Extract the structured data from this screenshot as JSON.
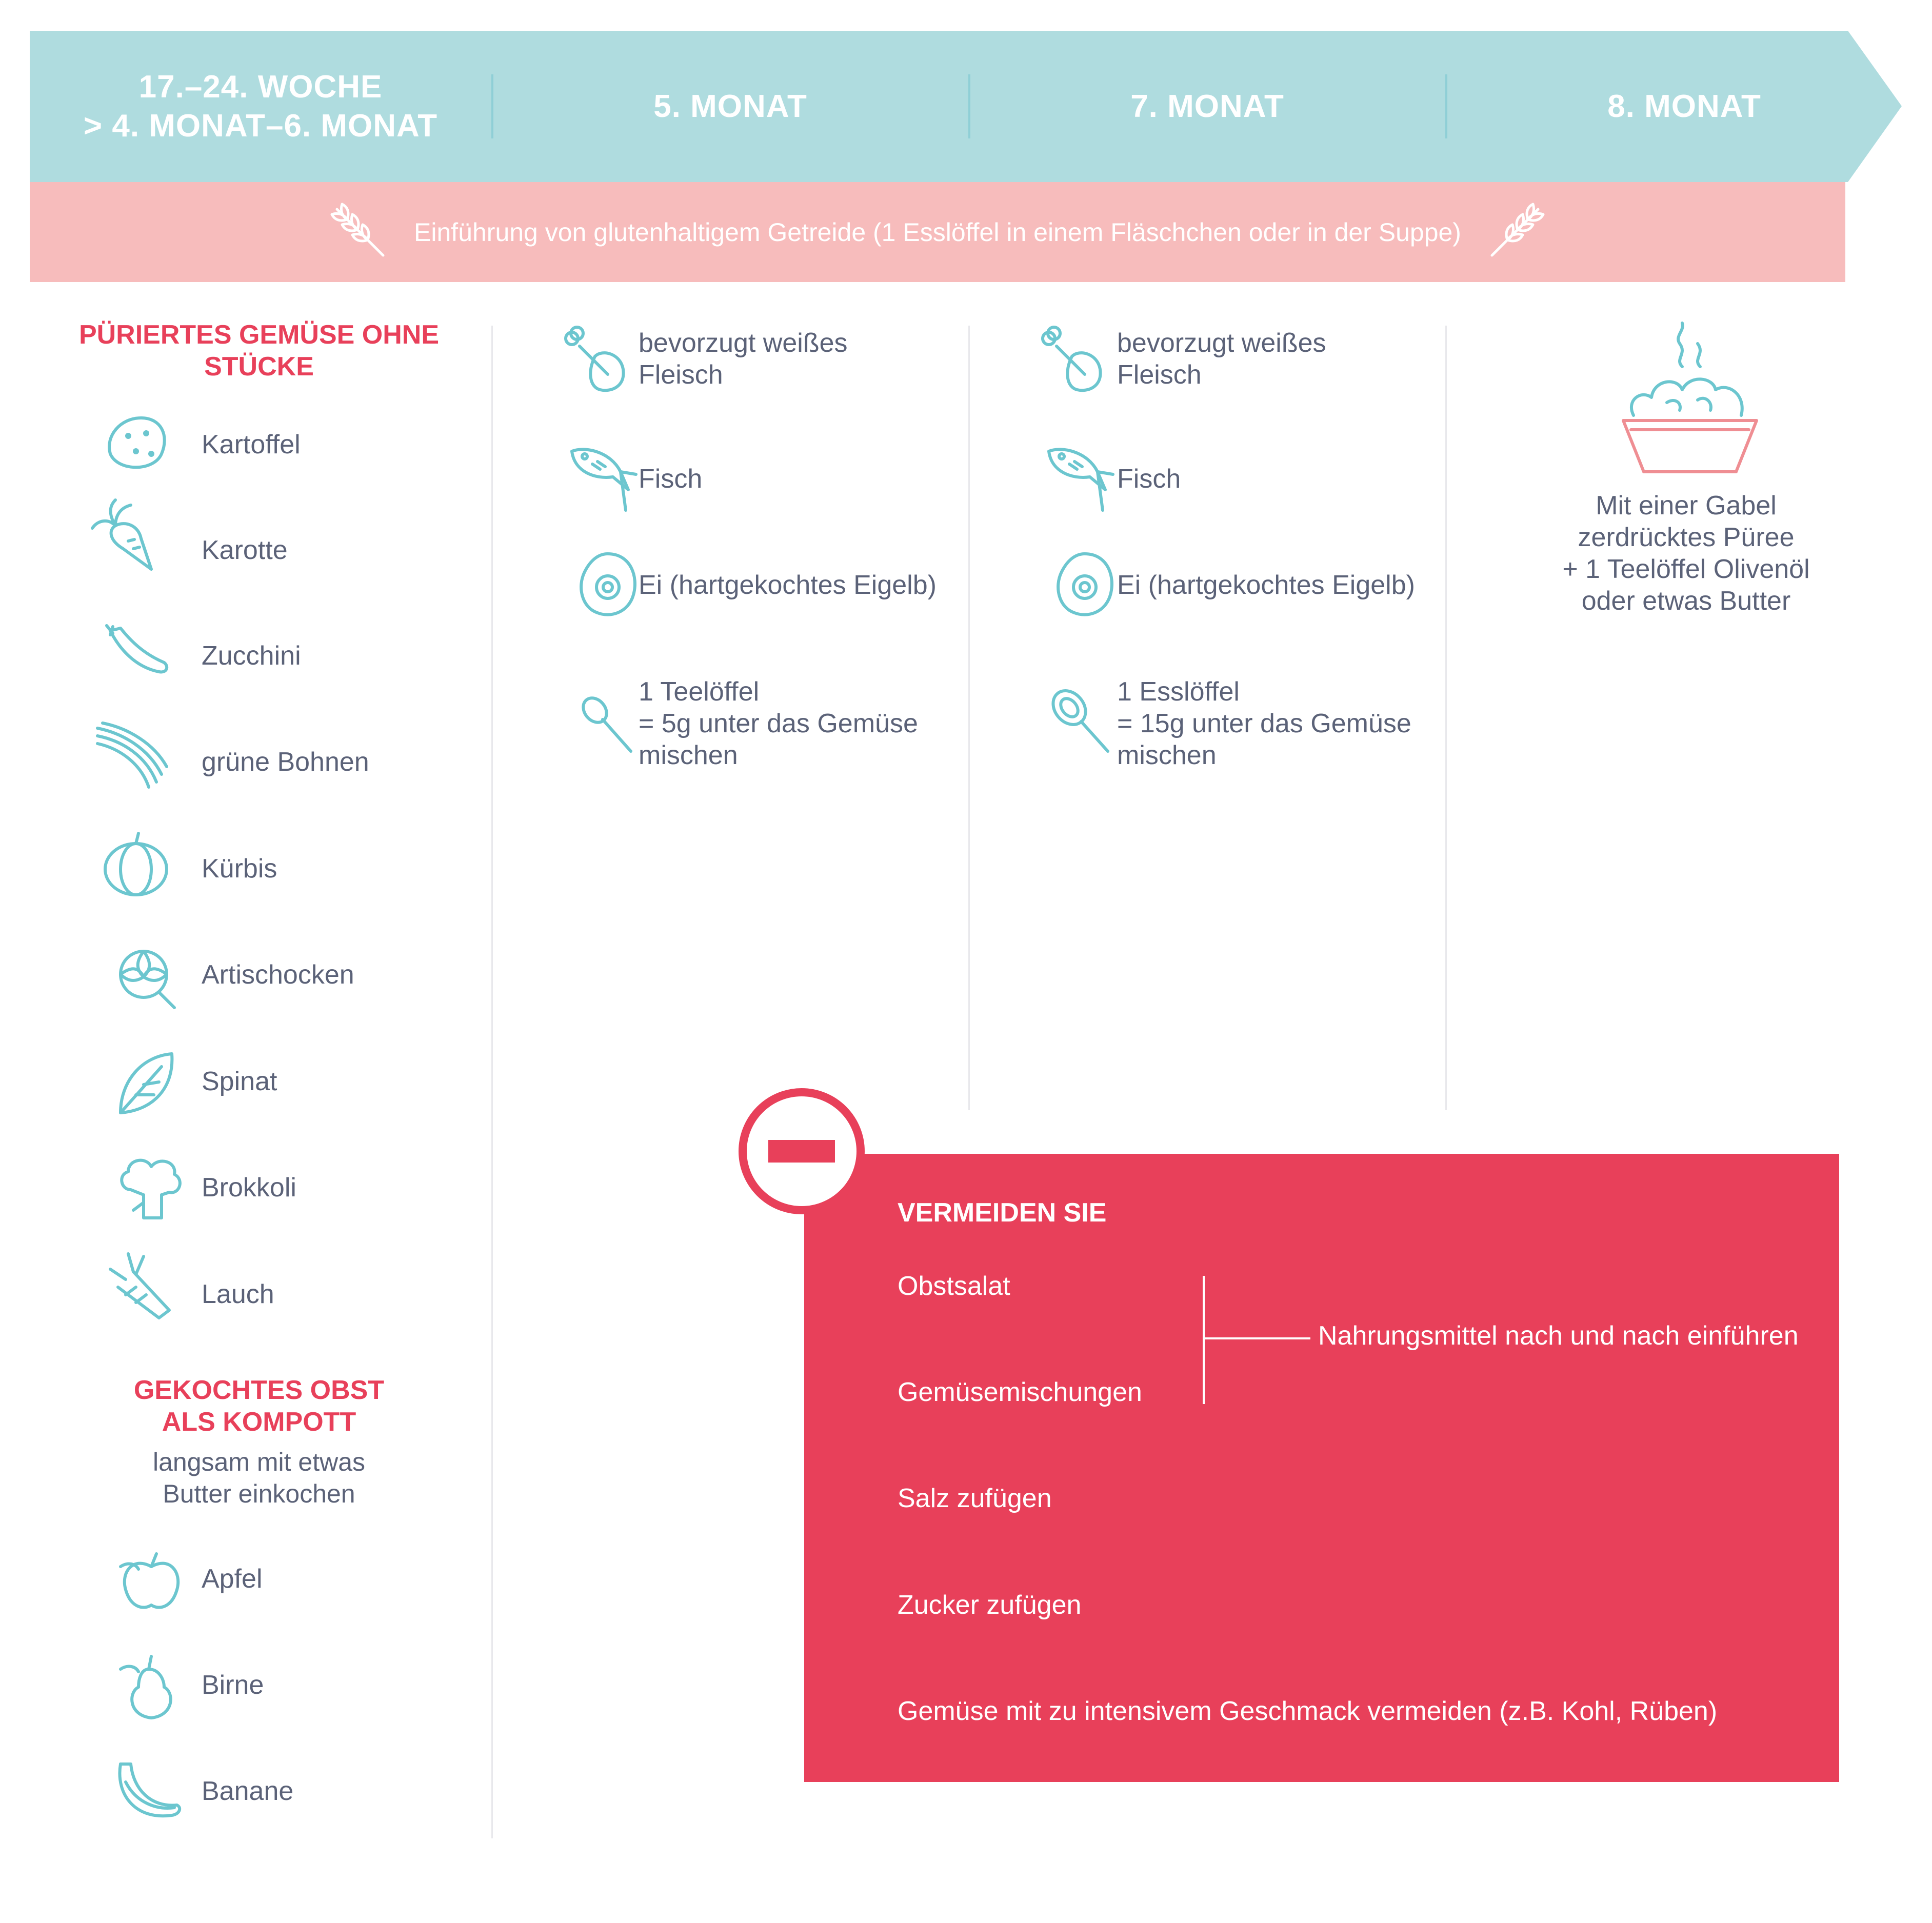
{
  "header": {
    "stages": [
      {
        "line1": "17.–24. WOCHE",
        "line2": "> 4. MONAT–6. MONAT"
      },
      {
        "line1": "5. MONAT"
      },
      {
        "line1": "7. MONAT"
      },
      {
        "line1": "8. MONAT"
      }
    ],
    "band_color": "#afdcdf"
  },
  "gluten": {
    "text": "Einführung von glutenhaltigem Getreide (1 Esslöffel in einem Fläschchen oder in der Suppe)",
    "icon": "wheat-icon",
    "band_color": "#f7bcbc"
  },
  "col1": {
    "vegetables_title": [
      "PÜRIERTES GEMÜSE OHNE",
      "STÜCKE"
    ],
    "vegetables": [
      {
        "label": "Kartoffel",
        "icon": "potato-icon"
      },
      {
        "label": "Karotte",
        "icon": "carrot-icon"
      },
      {
        "label": "Zucchini",
        "icon": "zucchini-icon"
      },
      {
        "label": "grüne Bohnen",
        "icon": "green-beans-icon"
      },
      {
        "label": "Kürbis",
        "icon": "pumpkin-icon"
      },
      {
        "label": "Artischocken",
        "icon": "artichoke-icon"
      },
      {
        "label": "Spinat",
        "icon": "spinach-icon"
      },
      {
        "label": "Brokkoli",
        "icon": "broccoli-icon"
      },
      {
        "label": "Lauch",
        "icon": "leek-icon"
      }
    ],
    "fruit_title": [
      "GEKOCHTES OBST",
      "ALS KOMPOTT"
    ],
    "fruit_subtitle": [
      "langsam mit etwas",
      "Butter einkochen"
    ],
    "fruits": [
      {
        "label": "Apfel",
        "icon": "apple-icon"
      },
      {
        "label": "Birne",
        "icon": "pear-icon"
      },
      {
        "label": "Banane",
        "icon": "banana-icon"
      }
    ]
  },
  "col2": {
    "items": [
      {
        "lines": [
          "bevorzugt weißes",
          "Fleisch"
        ],
        "icon": "chicken-leg-icon"
      },
      {
        "lines": [
          "Fisch"
        ],
        "icon": "fish-icon"
      },
      {
        "lines": [
          "Ei (hartgekochtes Eigelb)"
        ],
        "icon": "egg-icon"
      },
      {
        "lines": [
          "1 Teelöffel",
          "= 5g unter das Gemüse",
          "mischen"
        ],
        "icon": "teaspoon-icon"
      }
    ]
  },
  "col3": {
    "items": [
      {
        "lines": [
          "bevorzugt weißes",
          "Fleisch"
        ],
        "icon": "chicken-leg-icon"
      },
      {
        "lines": [
          "Fisch"
        ],
        "icon": "fish-icon"
      },
      {
        "lines": [
          "Ei (hartgekochtes Eigelb)"
        ],
        "icon": "egg-icon"
      },
      {
        "lines": [
          "1 Esslöffel",
          "= 15g unter das Gemüse",
          "mischen"
        ],
        "icon": "tablespoon-icon"
      }
    ]
  },
  "col4": {
    "icon": "puree-bowl-icon",
    "lines": [
      "Mit einer Gabel",
      "zerdrücktes Püree",
      "+ 1 Teelöffel Olivenöl",
      "oder etwas Butter"
    ]
  },
  "avoid": {
    "title": "VERMEIDEN SIE",
    "items": [
      "Obstsalat",
      "Gemüsemischungen",
      "Salz zufügen",
      "Zucker zufügen",
      "Gemüse mit zu intensivem Geschmack vermeiden (z.B. Kohl, Rüben)"
    ],
    "bracket_note": "Nahrungsmittel nach und nach einführen",
    "icon": "minus-circle-icon",
    "box_color": "#e8405a"
  },
  "colors": {
    "accent_red": "#e8405a",
    "teal_icon": "#6cc6cf",
    "text": "#5b6278"
  }
}
